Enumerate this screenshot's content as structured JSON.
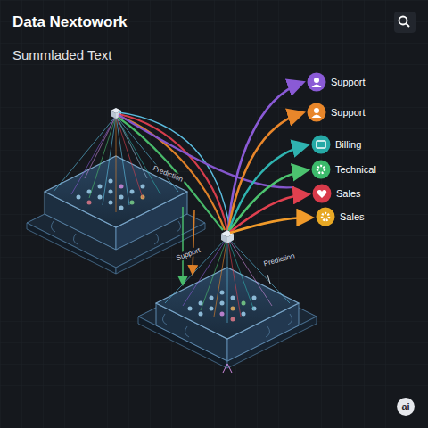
{
  "diagram": {
    "title": "Data Nextowork",
    "nodes": [
      {
        "text": [
          "Support"
        ]
      },
      {
        "text": [
          "Support"
        ]
      },
      {
        "text": [
          "Billing"
        ]
      },
      {
        "text": [
          "Technical"
        ]
      },
      {
        "text": [
          "Sales"
        ]
      },
      {
        "text": [
          "Sales"
        ]
      }
    ],
    "labels": [
      "Summladed Text",
      "Prediction",
      "Support",
      "Prediction",
      "ai"
    ]
  }
}
